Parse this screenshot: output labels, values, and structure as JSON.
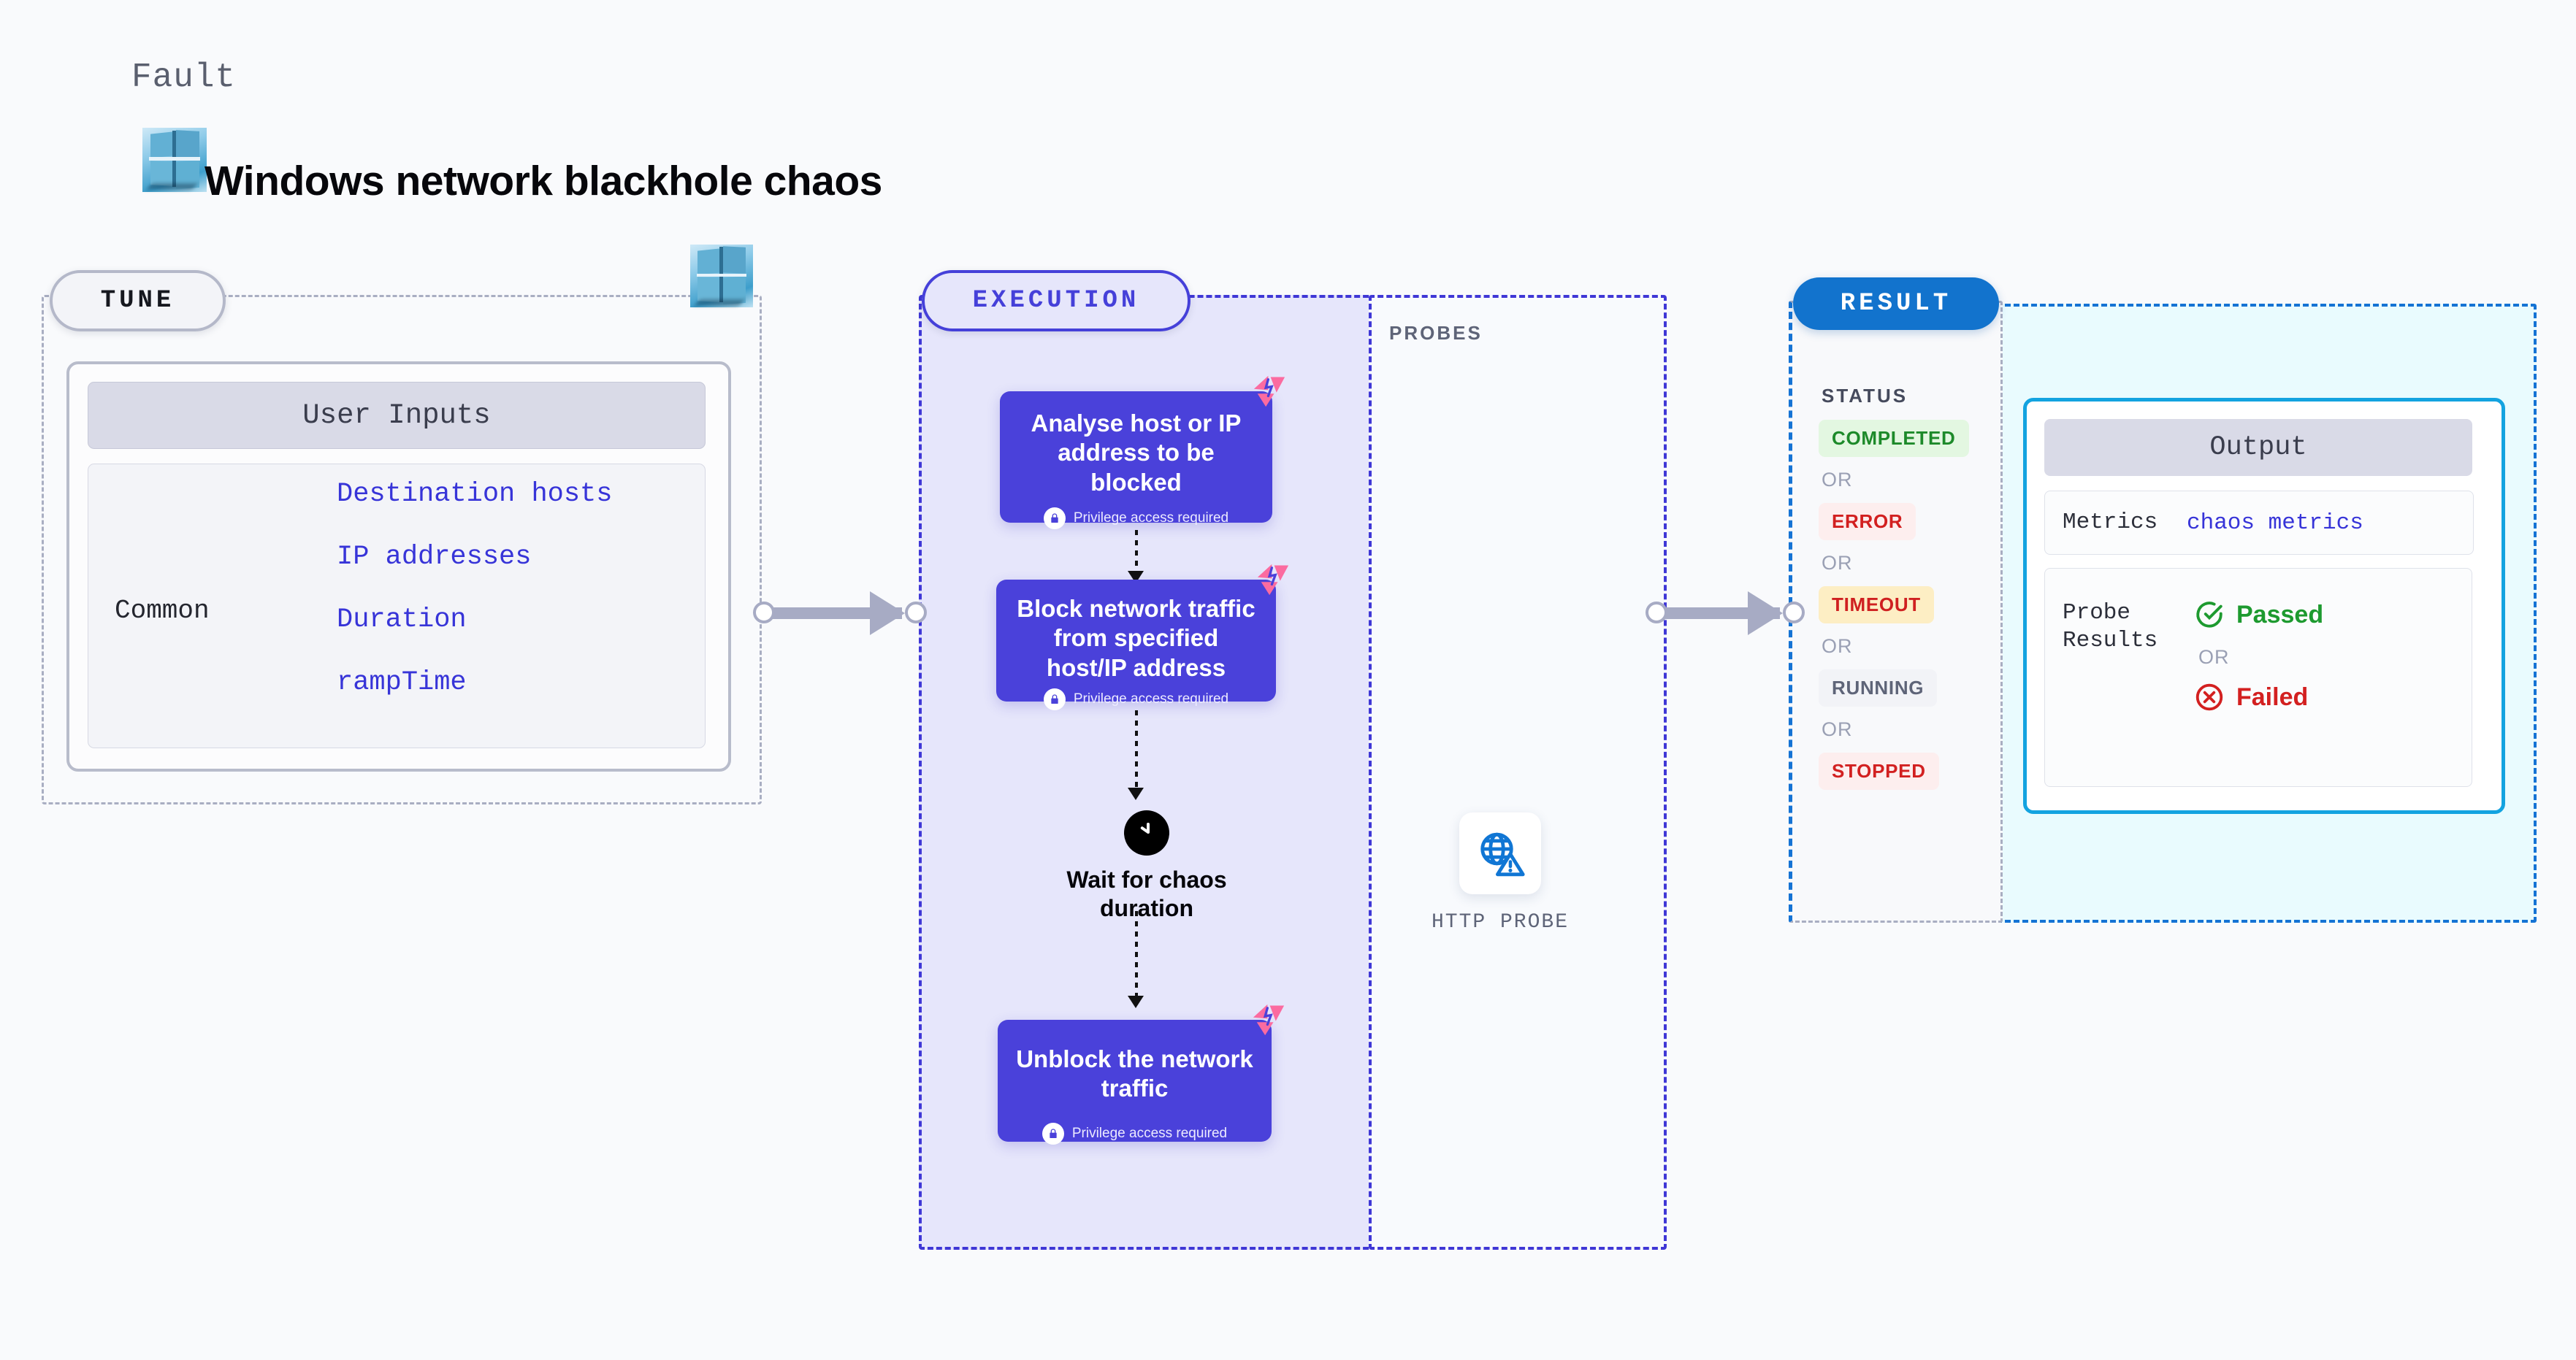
{
  "header": {
    "kicker": "Fault",
    "title": "Windows network blackhole chaos",
    "logo_icon": "windows-logo-icon"
  },
  "tune": {
    "pill_label": "TUNE",
    "logo_icon": "windows-logo-icon",
    "card": {
      "header": "User Inputs",
      "group_label": "Common",
      "inputs": [
        "Destination hosts",
        "IP addresses",
        "Duration",
        "rampTime"
      ]
    }
  },
  "connectors": [
    {
      "name": "tune-to-execution"
    },
    {
      "name": "probes-to-result"
    }
  ],
  "execution": {
    "pill_label": "EXECUTION",
    "privilege_note": "Privilege access required",
    "steps": [
      {
        "title": "Analyse host or IP address to be blocked",
        "privileged": true,
        "badge_icon": "litmus-chaos-icon"
      },
      {
        "title": "Block network traffic from specified host/IP address",
        "privileged": true,
        "badge_icon": "litmus-chaos-icon"
      },
      {
        "title": "Unblock the network traffic",
        "privileged": true,
        "badge_icon": "litmus-chaos-icon"
      }
    ],
    "wait": {
      "icon": "clock-icon",
      "label": "Wait for chaos duration"
    }
  },
  "probes": {
    "label": "PROBES",
    "items": [
      {
        "icon": "globe-warning-icon",
        "caption": "HTTP PROBE"
      }
    ]
  },
  "result": {
    "pill_label": "RESULT",
    "status_label": "STATUS",
    "or_text": "OR",
    "statuses": [
      {
        "label": "COMPLETED",
        "color": "#1d8a2a",
        "bg": "#e3f7e1"
      },
      {
        "label": "ERROR",
        "color": "#d22020",
        "bg": "#fdeeee"
      },
      {
        "label": "TIMEOUT",
        "color": "#cf2020",
        "bg": "#fdeec4"
      },
      {
        "label": "RUNNING",
        "color": "#5e6478",
        "bg": "#f2f3f7"
      },
      {
        "label": "STOPPED",
        "color": "#d22020",
        "bg": "#fdeeee"
      }
    ],
    "output": {
      "header": "Output",
      "metrics_key": "Metrics",
      "metrics_value": "chaos metrics",
      "probe_results_key": "Probe Results",
      "passed_label": "Passed",
      "failed_label": "Failed",
      "passed_icon": "check-circle-icon",
      "failed_icon": "x-circle-icon"
    }
  },
  "colors": {
    "accent_purple": "#4540d9",
    "accent_blue": "#1273cd",
    "accent_cyan": "#13a3e0",
    "chaos_pink": "#fb6ba0",
    "execution_fill": "#e6e6fb",
    "result_fill": "#e9fbfe"
  }
}
